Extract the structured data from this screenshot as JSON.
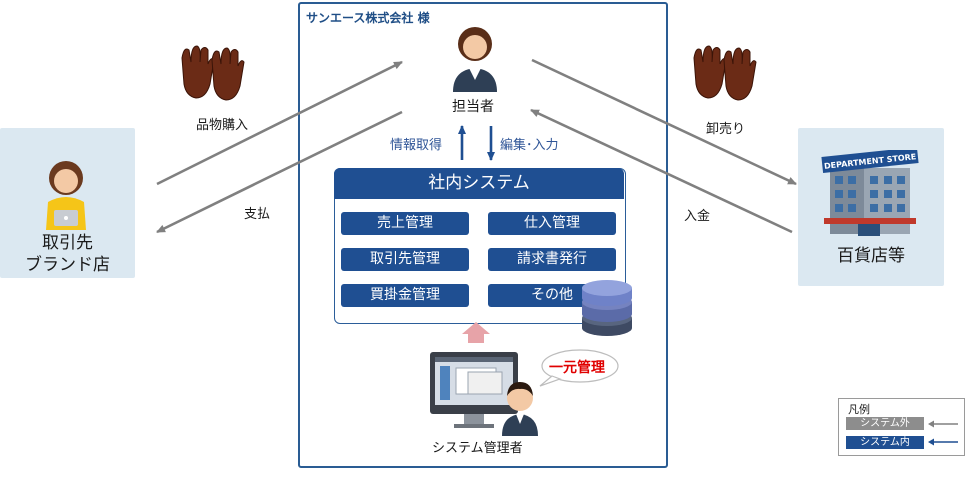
{
  "company": {
    "name": "サンエース株式会社 様"
  },
  "left_partner": {
    "line1": "取引先",
    "line2": "ブランド店"
  },
  "right_partner": {
    "label": "百貨店等"
  },
  "flows": {
    "purchase": "品物購入",
    "payment": "支払",
    "wholesale": "卸売り",
    "deposit": "入金"
  },
  "staff": {
    "label": "担当者",
    "info_get": "情報取得",
    "edit_input": "編集･入力"
  },
  "system": {
    "title": "社内システム",
    "modules": [
      "売上管理",
      "仕入管理",
      "取引先管理",
      "請求書発行",
      "買掛金管理",
      "その他"
    ]
  },
  "admin": {
    "label": "システム管理者",
    "bubble": "一元管理"
  },
  "store_sign": "DEPARTMENT STORE",
  "legend": {
    "title": "凡例",
    "outside": "システム外",
    "inside": "システム内"
  },
  "colors": {
    "outside_arrow": "#808080",
    "inside_arrow": "#1f4f92",
    "frame": "#2a5c93",
    "accent_red": "#e00000"
  },
  "icons": [
    "person-icon",
    "gloves-icon",
    "department-store-icon",
    "database-icon",
    "monitor-icon",
    "laptop-icon"
  ]
}
